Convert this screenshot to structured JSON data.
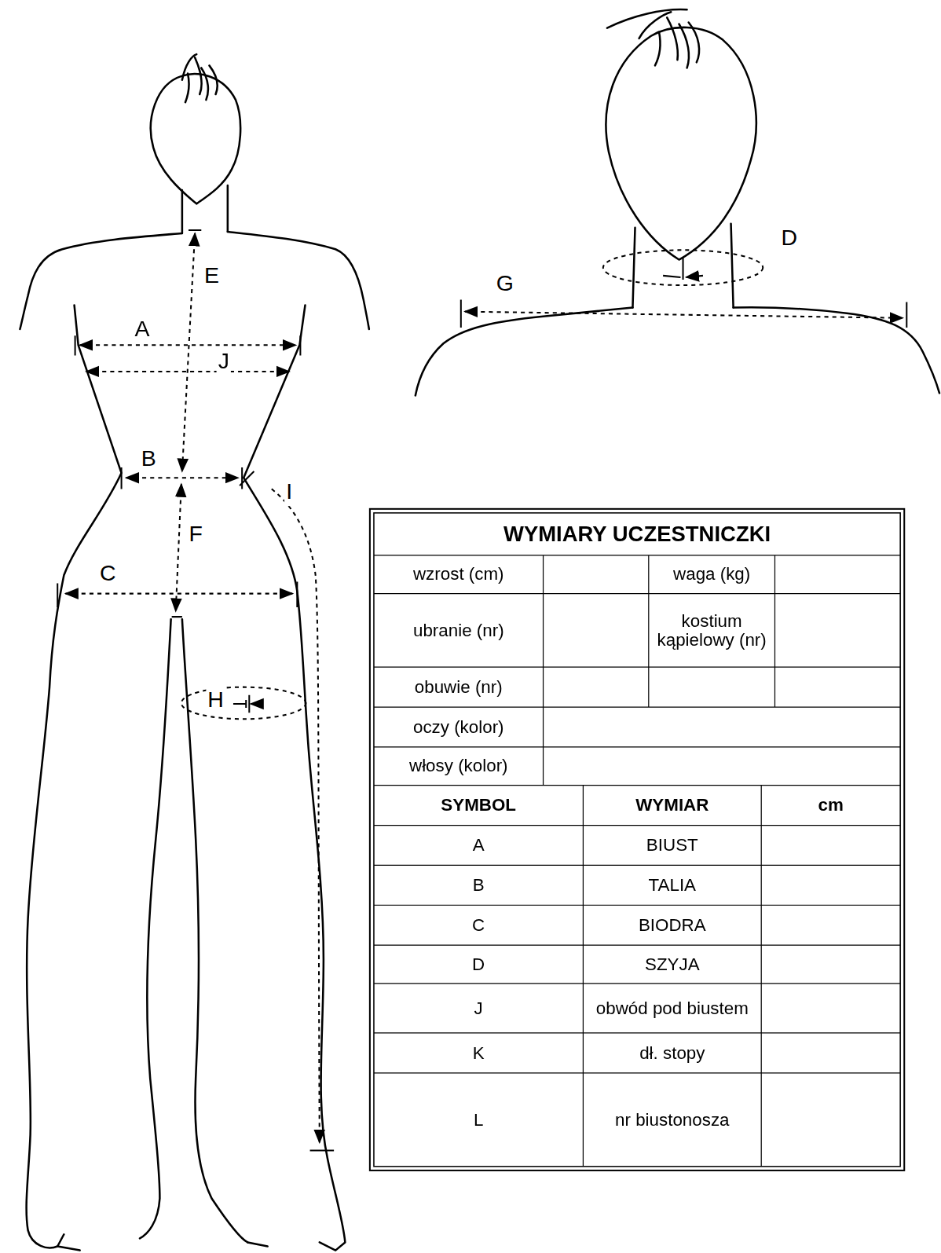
{
  "diagram": {
    "title": "WYMIARY UCZESTNICZKI",
    "labels": [
      "E",
      "A",
      "J",
      "B",
      "I",
      "F",
      "C",
      "H",
      "D",
      "G",
      "wzrost (cm)",
      "waga (kg)",
      "ubranie (nr)",
      "kostium kąpielowy (nr)",
      "obuwie (nr)",
      "oczy (kolor)",
      "włosy (kolor)",
      "SYMBOL",
      "WYMIAR",
      "cm",
      "A",
      "BIUST",
      "B",
      "TALIA",
      "C",
      "BIODRA",
      "D",
      "SZYJA",
      "J",
      "obwód pod biustem",
      "K",
      "dł. stopy",
      "L",
      "nr biustonosza"
    ]
  }
}
